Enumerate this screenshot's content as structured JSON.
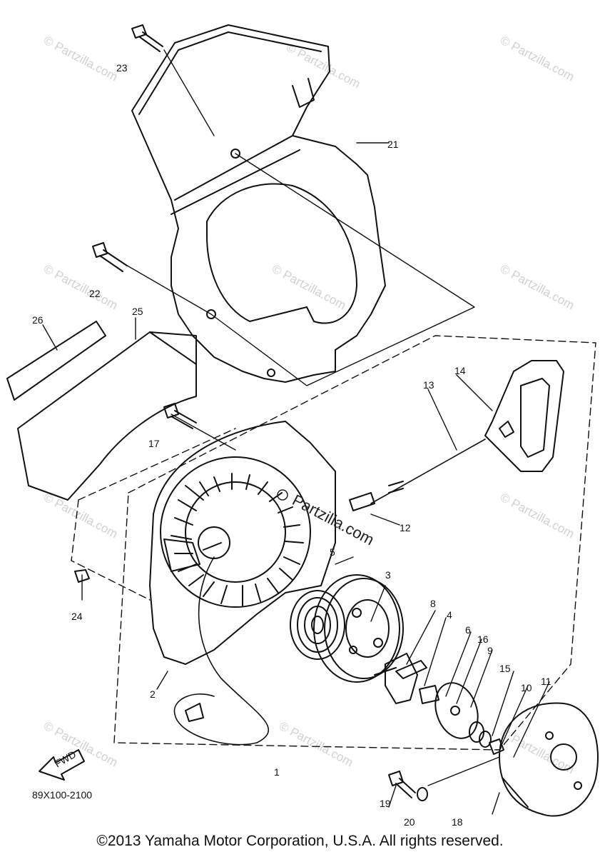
{
  "diagram": {
    "callouts": [
      "23",
      "21",
      "22",
      "26",
      "25",
      "14",
      "13",
      "17",
      "12",
      "24",
      "5",
      "3",
      "8",
      "4",
      "6",
      "16",
      "9",
      "15",
      "10",
      "11",
      "2",
      "1",
      "19",
      "20",
      "18"
    ],
    "watermark_text": "© Partzilla.com",
    "brand_text": "Partzilla.com",
    "fwd_label": "FWD",
    "diagram_code": "89X100-2100"
  },
  "footer": {
    "copyright": "©2013  Yamaha Motor Corporation, U.S.A. All rights reserved."
  }
}
